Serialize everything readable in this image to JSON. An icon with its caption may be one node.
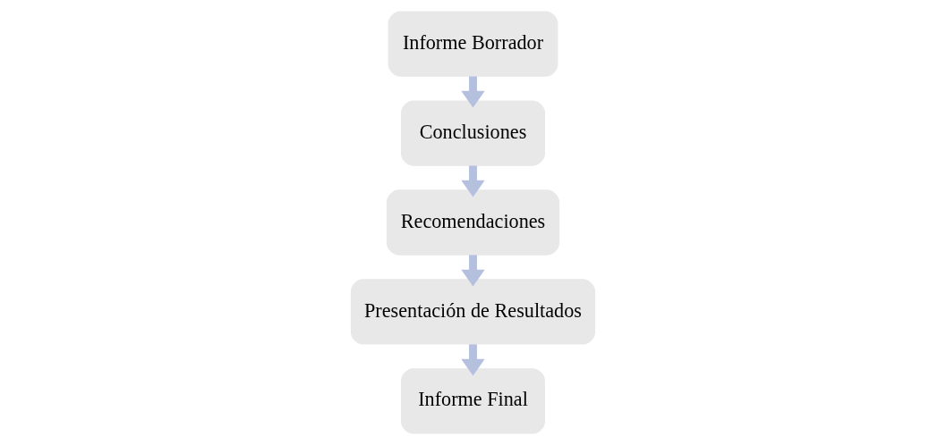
{
  "diagram": {
    "nodes": [
      {
        "text": [
          "Informe Borrador"
        ]
      },
      {
        "text": [
          "Conclusiones"
        ]
      },
      {
        "text": [
          "Recomendaciones"
        ]
      },
      {
        "text": [
          "Presentación de Resultados"
        ]
      },
      {
        "text": [
          "Informe Final"
        ]
      }
    ],
    "edges": [
      {
        "from": 0,
        "to": 1,
        "arrow": "to"
      },
      {
        "from": 1,
        "to": 2,
        "arrow": "to"
      },
      {
        "from": 2,
        "to": 3,
        "arrow": "to"
      },
      {
        "from": 3,
        "to": 4,
        "arrow": "to"
      }
    ]
  }
}
